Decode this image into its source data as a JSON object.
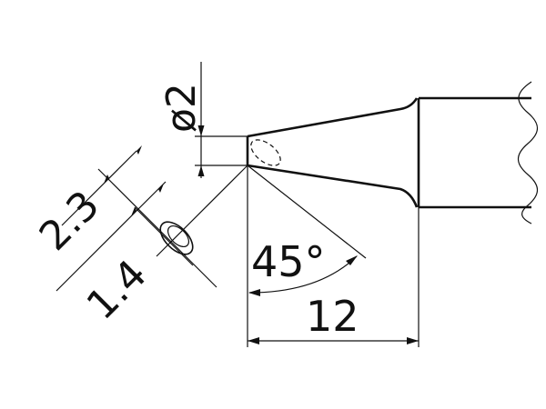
{
  "dimensions": {
    "tip_diameter": "ø2",
    "bevel_width_outer": "2.3",
    "bevel_width_inner": "1.4",
    "bevel_angle": "45°",
    "tip_length": "12"
  },
  "colors": {
    "line": "#111111",
    "background": "#ffffff"
  }
}
